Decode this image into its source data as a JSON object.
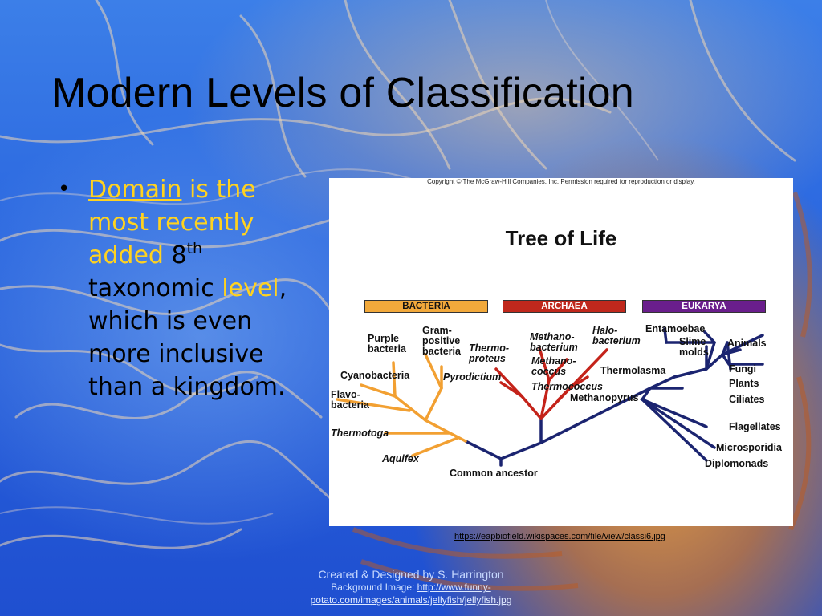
{
  "slide": {
    "title": "Modern Levels of Classification",
    "bullet": {
      "link_word": "Domain",
      "part1": " is the most recently added ",
      "number": "8",
      "superscript": "th",
      "part2": " taxonomic ",
      "highlight_word": "level",
      "part3": ", which is even more inclusive than a kingdom."
    }
  },
  "figure": {
    "copyright": "Copyright © The McGraw-Hill Companies, Inc. Permission required for reproduction or display.",
    "title": "Tree of Life",
    "domains": [
      {
        "label": "BACTERIA",
        "color": "#f2a93b"
      },
      {
        "label": "ARCHAEA",
        "color": "#c0281c"
      },
      {
        "label": "EUKARYA",
        "color": "#6a1e8c"
      }
    ],
    "bacteria_labels": [
      "Purple\nbacteria",
      "Gram-\npositive\nbacteria",
      "Cyanobacteria",
      "Flavo-\nbacteria",
      "Thermotoga",
      "Aquifex"
    ],
    "archaea_labels": [
      "Thermo-\nproteus",
      "Pyrodictium",
      "Methano-\nbacterium",
      "Methano-\ncoccus",
      "Halo-\nbacterium",
      "Thermococcus",
      "Thermolasma",
      "Methanopyrus"
    ],
    "eukarya_labels": [
      "Entamoebae",
      "Slime\nmolds",
      "Animals",
      "Fungi",
      "Plants",
      "Ciliates",
      "Flagellates",
      "Microsporidia",
      "Diplomonads"
    ],
    "root_label": "Common ancestor",
    "branch_colors": {
      "bacteria": "#f2a032",
      "archaea": "#c4231a",
      "eukarya": "#1b2470"
    }
  },
  "source_url": "https://eapbiofield.wikispaces.com/file/view/classi6.jpg",
  "credits": {
    "line1": "Created & Designed by S. Harrington",
    "line2_label": "Background Image: ",
    "line2_link": "http://www.funny-",
    "line3": "potato.com/images/animals/jellyfish/jellyfish.jpg"
  }
}
